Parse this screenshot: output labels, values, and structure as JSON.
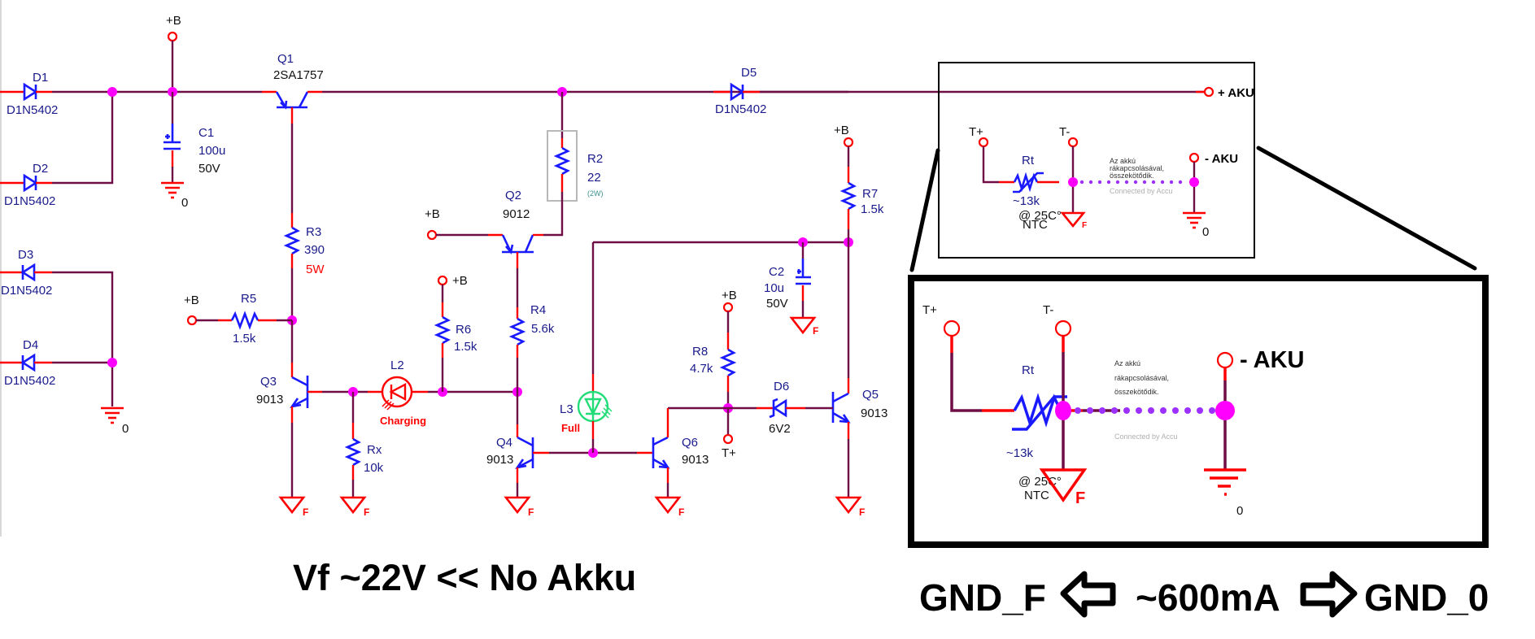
{
  "schematic": {
    "colors": {
      "wire": "#6f0d45",
      "pin": "#ff0000",
      "component": "#1a1aff",
      "node": "#ff00ff",
      "led_full": "#22dd77",
      "accu_link": "#9b30ff",
      "text": "#1a1a8c"
    },
    "supply_label": "+B",
    "gnd_f_label": "F",
    "gnd_0_label": "0",
    "components": {
      "D1": {
        "ref": "D1",
        "value": "D1N5402"
      },
      "D2": {
        "ref": "D2",
        "value": "D1N5402"
      },
      "D3": {
        "ref": "D3",
        "value": "D1N5402"
      },
      "D4": {
        "ref": "D4",
        "value": "D1N5402"
      },
      "D5": {
        "ref": "D5",
        "value": "D1N5402"
      },
      "D6": {
        "ref": "D6",
        "value": "6V2"
      },
      "C1": {
        "ref": "C1",
        "value": "100u",
        "rating": "50V"
      },
      "C2": {
        "ref": "C2",
        "value": "10u",
        "rating": "50V"
      },
      "Q1": {
        "ref": "Q1",
        "value": "2SA1757"
      },
      "Q2": {
        "ref": "Q2",
        "value": "9012"
      },
      "Q3": {
        "ref": "Q3",
        "value": "9013"
      },
      "Q4": {
        "ref": "Q4",
        "value": "9013"
      },
      "Q5": {
        "ref": "Q5",
        "value": "9013"
      },
      "Q6": {
        "ref": "Q6",
        "value": "9013"
      },
      "R2": {
        "ref": "R2",
        "value": "22",
        "power": "(2W)"
      },
      "R3": {
        "ref": "R3",
        "value": "390",
        "power": "5W"
      },
      "R4": {
        "ref": "R4",
        "value": "5.6k"
      },
      "R5": {
        "ref": "R5",
        "value": "1.5k"
      },
      "R6": {
        "ref": "R6",
        "value": "1.5k"
      },
      "R7": {
        "ref": "R7",
        "value": "1.5k"
      },
      "R8": {
        "ref": "R8",
        "value": "4.7k"
      },
      "Rx": {
        "ref": "Rx",
        "value": "10k"
      },
      "L2": {
        "ref": "L2",
        "label": "Charging"
      },
      "L3": {
        "ref": "L3",
        "label": "Full"
      }
    },
    "t_plus_label": "T+"
  },
  "battery_detail": {
    "plus_aku": "+ AKU",
    "minus_aku": "- AKU",
    "t_plus": "T+",
    "t_minus": "T-",
    "thermistor_ref": "Rt",
    "thermistor_value": "~13k",
    "thermistor_temp": "@ 25C°",
    "thermistor_type": "NTC",
    "note_lines": [
      "Az akkú",
      "rákapcsolásával,",
      "összekötődik."
    ],
    "connected_by": "Connected by Accu",
    "gnd_f": "F",
    "gnd_0": "0"
  },
  "captions": {
    "left": "Vf ~22V << No Akku",
    "gnd_f": "GND_F",
    "current": "~600mA",
    "gnd_0": "GND_0"
  }
}
